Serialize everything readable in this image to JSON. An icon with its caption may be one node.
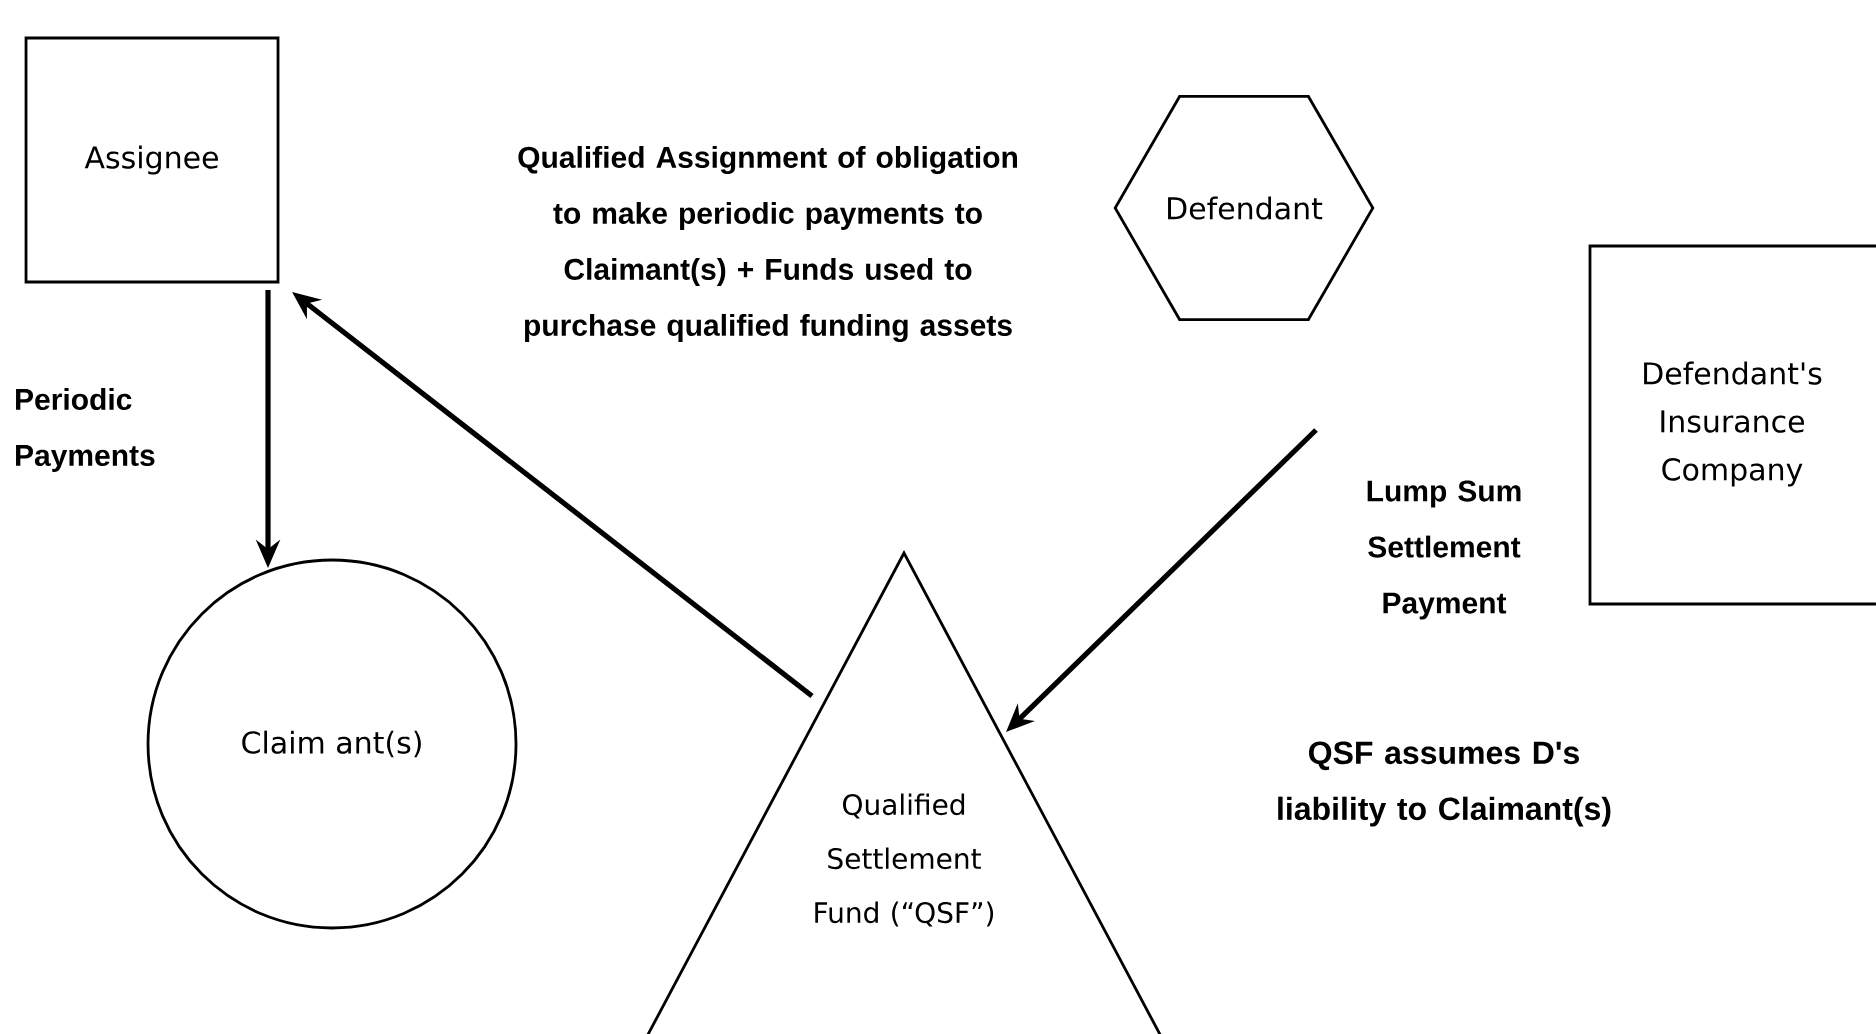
{
  "diagram": {
    "nodes": [
      {
        "text": [
          "Assignee"
        ]
      },
      {
        "text": [
          "Defendant"
        ]
      },
      {
        "text": [
          "Defendant's Insurance Company"
        ]
      },
      {
        "text": [
          "Claim ant(s)"
        ]
      },
      {
        "text": [
          "Qualified Settlement Fund (“QSF”)"
        ]
      }
    ],
    "edges": [
      {
        "from": 0,
        "to": 3,
        "arrow": "to",
        "label": "Periodic Payments"
      },
      {
        "from": 4,
        "to": 0,
        "arrow": "to",
        "label": "Qualified Assignment of obligation to make periodic payments to Claimant(s) + Funds used to purchase qualified funding assets"
      },
      {
        "from": null,
        "to": 4,
        "arrow": "to",
        "label": "Lump Sum Settlement Payment"
      }
    ],
    "labels": [
      "QSF assumes D's liability to Claimant(s)"
    ]
  }
}
